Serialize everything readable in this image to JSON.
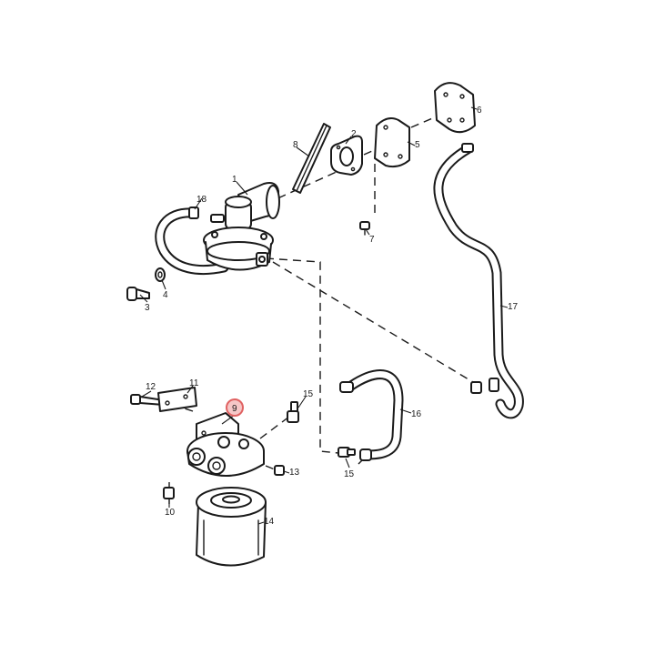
{
  "callouts": {
    "c1": "1",
    "c2": "2",
    "c3": "3",
    "c4": "4",
    "c5": "5",
    "c6": "6",
    "c7": "7",
    "c8": "8",
    "c9": "9",
    "c10": "10",
    "c11": "11",
    "c12": "12",
    "c13": "13",
    "c14": "14",
    "c15a": "15",
    "c15b": "15",
    "c16": "16",
    "c17": "17",
    "c18": "18"
  },
  "highlight": {
    "part": "9",
    "color": "#e06262"
  }
}
